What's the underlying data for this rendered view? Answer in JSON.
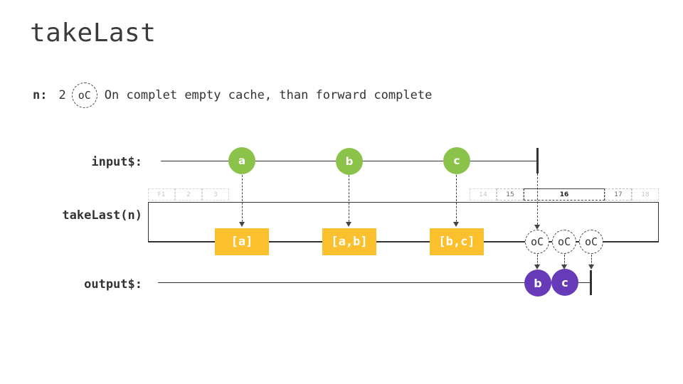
{
  "title": "takeLast",
  "param": {
    "name": "n:",
    "value": "2",
    "badge": "oC",
    "description": "On complet empty cache, than forward complete"
  },
  "rows": {
    "input": "input$:",
    "operator": "takeLast(n)",
    "output": "output$:"
  },
  "input_events": [
    "a",
    "b",
    "c"
  ],
  "operator_outputs": [
    "[a]",
    "[a,b]",
    "[b,c]"
  ],
  "cache_events": [
    "oC",
    "oC",
    "oC"
  ],
  "output_events": [
    "b",
    "c"
  ],
  "frames": {
    "left": [
      "F1",
      "2",
      "3"
    ],
    "right": [
      "14",
      "15",
      "16",
      "17",
      "18"
    ]
  },
  "colors": {
    "input_node": "#8bc34a",
    "operator_box": "#fbc02d",
    "output_node": "#673ab7"
  }
}
